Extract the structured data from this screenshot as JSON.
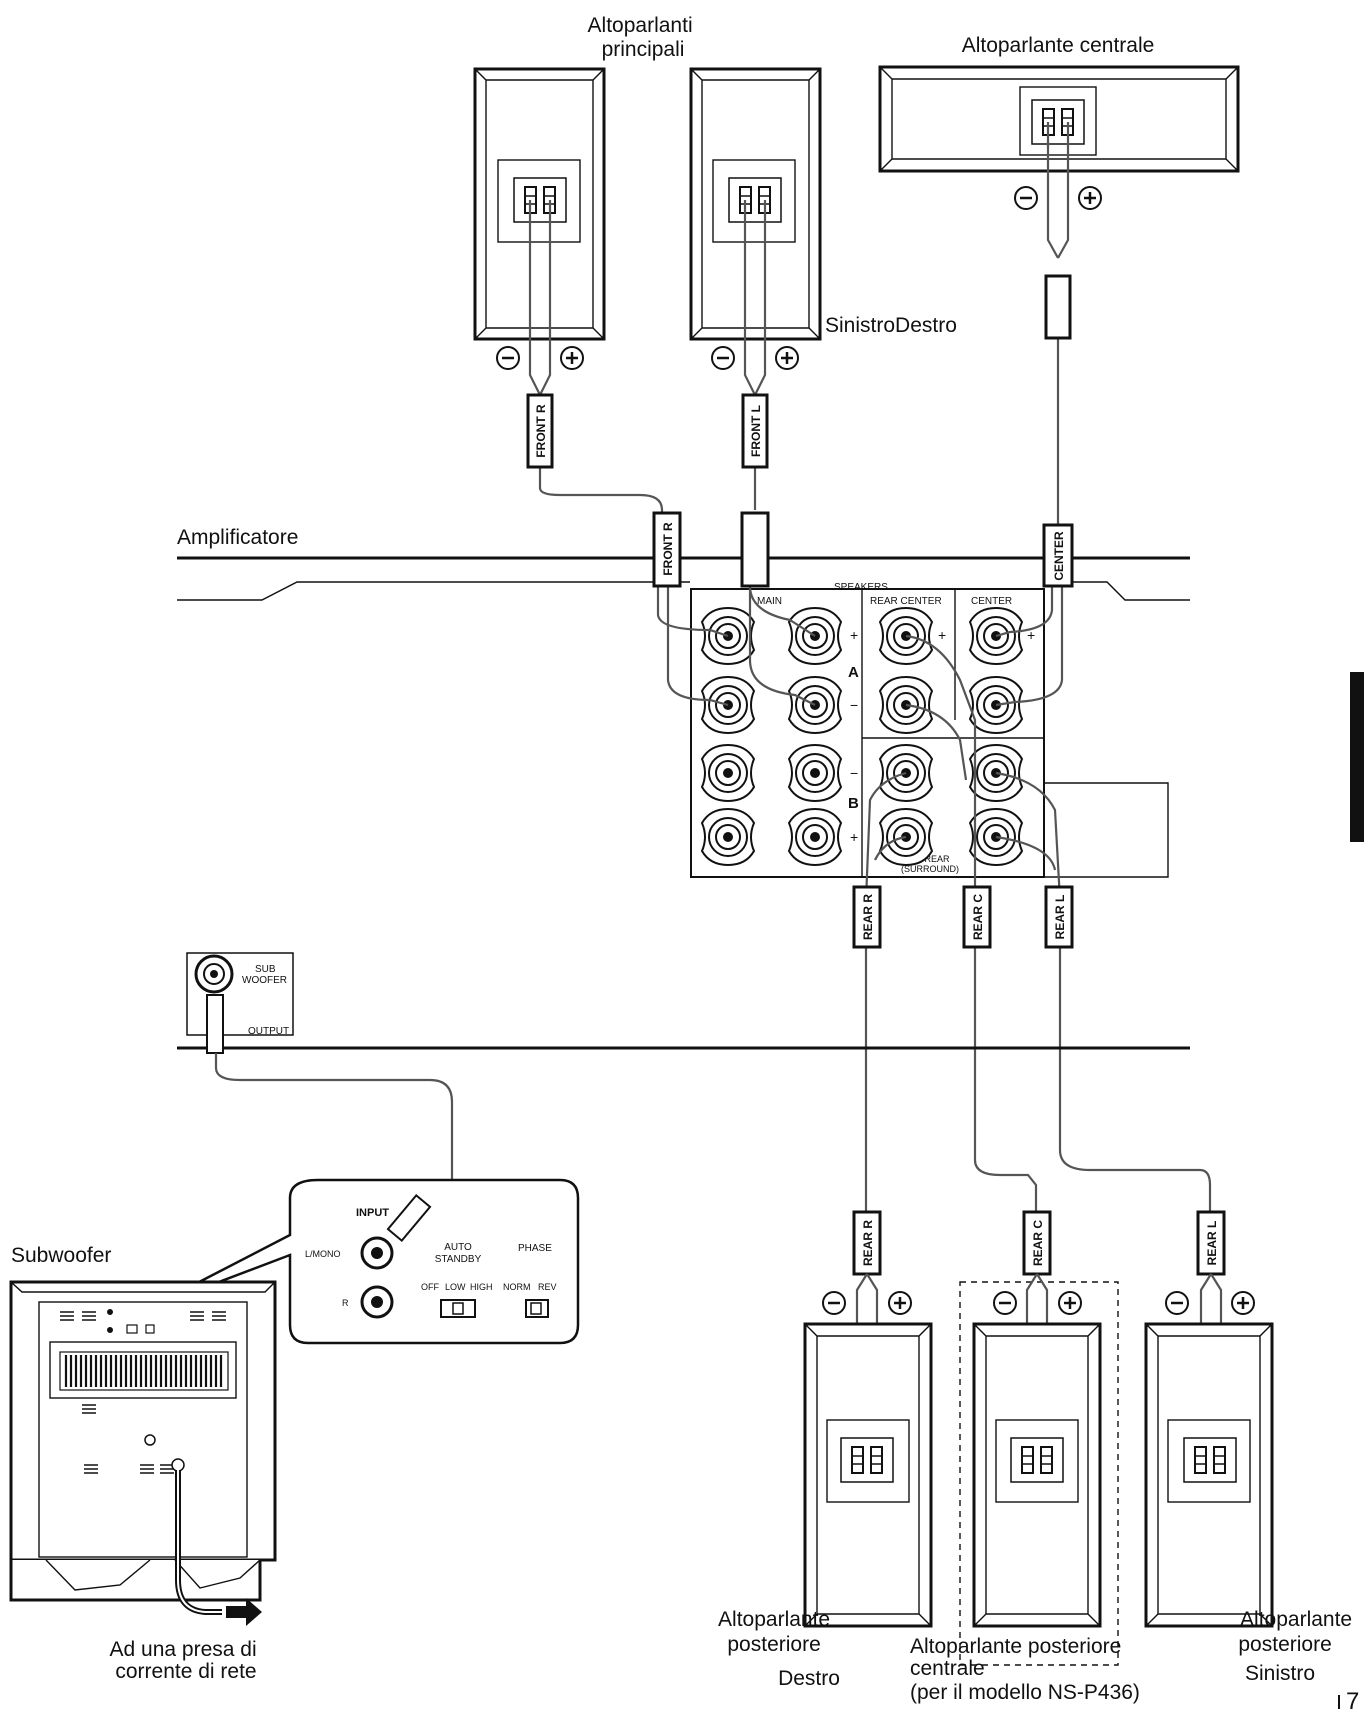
{
  "labels": {
    "main_speakers": [
      "Altoparlanti",
      "principali"
    ],
    "center_speaker": "Altoparlante centrale",
    "left_right": "SinistroDestro",
    "amplifier": "Amplificatore",
    "subwoofer": "Subwoofer",
    "power_outlet": [
      "Ad una presa di",
      "corrente di rete"
    ],
    "rear_right": [
      "Altoparlante",
      "posteriore",
      "Destro"
    ],
    "rear_center": [
      "Altoparlante posteriore",
      "centrale",
      "(per il modello NS-P436)"
    ],
    "rear_left": [
      "Altoparlante",
      "posteriore",
      "Sinistro"
    ],
    "page_number": "7"
  },
  "cable_tags": {
    "front_r": "FRONT R",
    "front_l": "FRONT L",
    "center": "CENTER",
    "rear_r": "REAR R",
    "rear_c": "REAR C",
    "rear_l": "REAR L"
  },
  "terminals": {
    "minus": "−",
    "plus": "+",
    "speakers": "SPEAKERS",
    "main": "MAIN",
    "rear_center": "REAR CENTER",
    "center": "CENTER",
    "group_a": "A",
    "group_b": "B",
    "rear_surround": [
      "REAR",
      "(SURROUND)"
    ],
    "sub_woofer": [
      "SUB",
      "WOOFER"
    ],
    "output": "OUTPUT"
  },
  "subwoofer_panel": {
    "input": "INPUT",
    "l_mono": "L/MONO",
    "r": "R",
    "auto_standby": [
      "AUTO",
      "STANDBY"
    ],
    "standby_options": [
      "OFF",
      "LOW",
      "HIGH"
    ],
    "phase": "PHASE",
    "phase_options": [
      "NORM",
      "REV"
    ]
  }
}
